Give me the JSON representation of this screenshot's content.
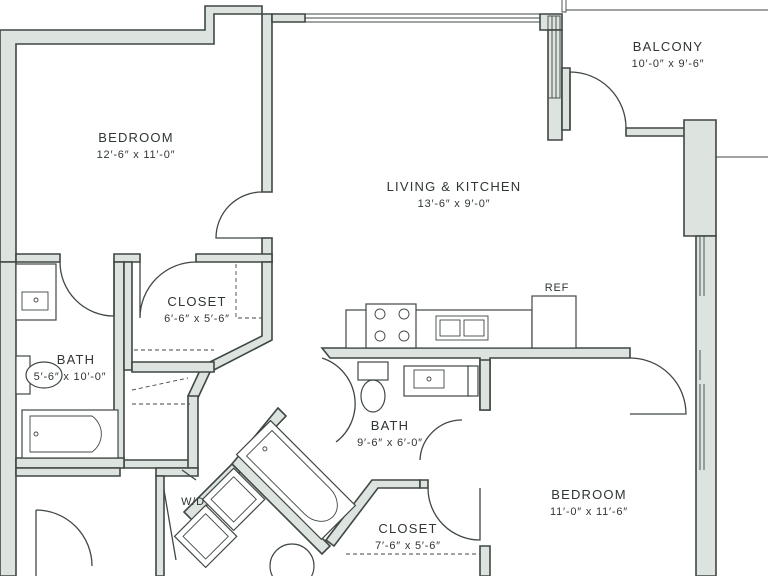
{
  "rooms": {
    "balcony": {
      "name": "BALCONY",
      "size": "10′-0″ x 9′-6″"
    },
    "bedroom_1": {
      "name": "BEDROOM",
      "size": "12′-6″ x 11′-0″"
    },
    "living_kitchen": {
      "name": "LIVING & KITCHEN",
      "size": "13′-6″ x 9′-0″"
    },
    "closet_1": {
      "name": "CLOSET",
      "size": "6′-6″ x 5′-6″"
    },
    "bath_1": {
      "name": "BATH",
      "size": "5′-6″ x 10′-0″"
    },
    "bath_2": {
      "name": "BATH",
      "size": "9′-6″ x 6′-0″"
    },
    "bedroom_2": {
      "name": "BEDROOM",
      "size": "11′-0″ x 11′-6″"
    },
    "closet_2": {
      "name": "CLOSET",
      "size": "7′-6″ x 5′-6″"
    }
  },
  "fixtures": {
    "ref_label": "REF",
    "washer_dryer_label": "W/D"
  },
  "colors": {
    "wall_fill": "#dde3de",
    "line": "#3f4744",
    "text": "#2f3633",
    "background": "#ffffff"
  }
}
